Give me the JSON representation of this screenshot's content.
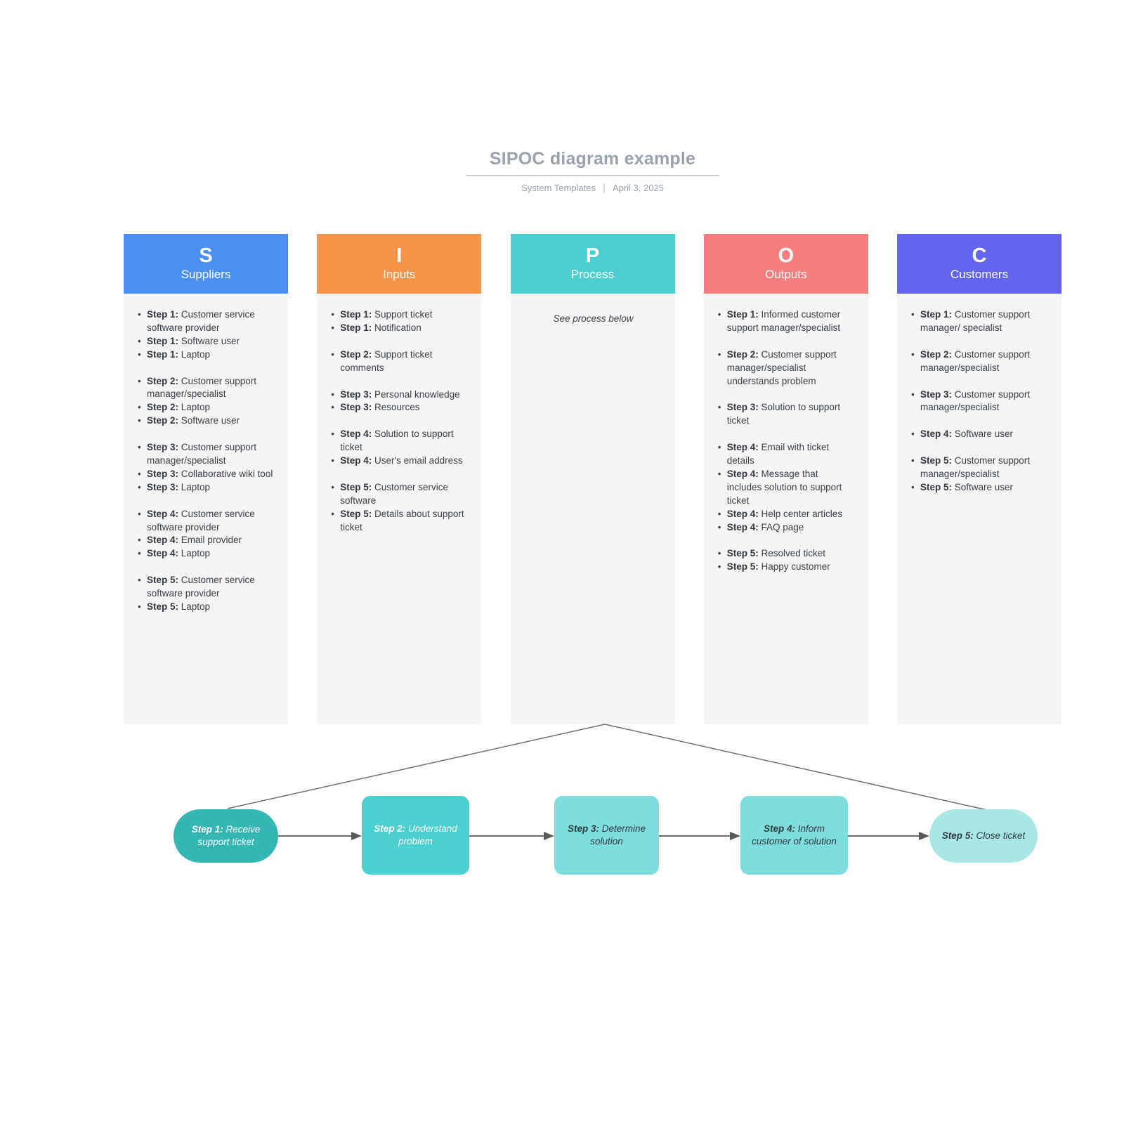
{
  "header": {
    "title": "SIPOC diagram example",
    "byline": "System Templates",
    "separator": "|",
    "date": "April 3, 2025"
  },
  "columns": [
    {
      "id": "suppliers",
      "letter": "S",
      "label": "Suppliers",
      "color": "#4a90f2",
      "groups": [
        [
          {
            "prefix": "Step 1:",
            "text": "Customer service software provider"
          },
          {
            "prefix": "Step 1:",
            "text": "Software user"
          },
          {
            "prefix": "Step 1:",
            "text": "Laptop"
          }
        ],
        [
          {
            "prefix": "Step 2:",
            "text": "Customer support manager/specialist"
          },
          {
            "prefix": "Step 2:",
            "text": "Laptop"
          },
          {
            "prefix": "Step 2:",
            "text": "Software user"
          }
        ],
        [
          {
            "prefix": "Step 3:",
            "text": "Customer support manager/specialist"
          },
          {
            "prefix": "Step 3:",
            "text": "Collaborative wiki tool"
          },
          {
            "prefix": "Step 3:",
            "text": "Laptop"
          }
        ],
        [
          {
            "prefix": "Step 4:",
            "text": "Customer service software provider"
          },
          {
            "prefix": "Step 4:",
            "text": "Email provider"
          },
          {
            "prefix": "Step 4:",
            "text": "Laptop"
          }
        ],
        [
          {
            "prefix": "Step 5:",
            "text": "Customer service software provider"
          },
          {
            "prefix": "Step 5:",
            "text": "Laptop"
          }
        ]
      ]
    },
    {
      "id": "inputs",
      "letter": "I",
      "label": "Inputs",
      "color": "#f6944a",
      "groups": [
        [
          {
            "prefix": "Step 1:",
            "text": "Support ticket"
          },
          {
            "prefix": "Step 1:",
            "text": "Notification"
          }
        ],
        [
          {
            "prefix": "Step 2:",
            "text": "Support ticket comments"
          }
        ],
        [
          {
            "prefix": "Step 3:",
            "text": "Personal knowledge"
          },
          {
            "prefix": "Step 3:",
            "text": "Resources"
          }
        ],
        [
          {
            "prefix": "Step 4:",
            "text": "Solution to support ticket"
          },
          {
            "prefix": "Step 4:",
            "text": "User's email address"
          }
        ],
        [
          {
            "prefix": "Step 5:",
            "text": "Customer service software"
          },
          {
            "prefix": "Step 5:",
            "text": "Details about support ticket"
          }
        ]
      ]
    },
    {
      "id": "process",
      "letter": "P",
      "label": "Process",
      "color": "#4dcfd0",
      "note": "See process below",
      "groups": []
    },
    {
      "id": "outputs",
      "letter": "O",
      "label": "Outputs",
      "color": "#f87d7d",
      "groups": [
        [
          {
            "prefix": "Step 1:",
            "text": "Informed customer support manager/specialist"
          }
        ],
        [
          {
            "prefix": "Step 2:",
            "text": "Customer support manager/specialist understands problem"
          }
        ],
        [
          {
            "prefix": "Step 3:",
            "text": "Solution to support ticket"
          }
        ],
        [
          {
            "prefix": "Step 4:",
            "text": "Email with ticket details"
          },
          {
            "prefix": "Step 4:",
            "text": "Message that includes solution to support ticket"
          },
          {
            "prefix": "Step 4:",
            "text": "Help center articles"
          },
          {
            "prefix": "Step 4:",
            "text": "FAQ page"
          }
        ],
        [
          {
            "prefix": "Step 5:",
            "text": "Resolved ticket"
          },
          {
            "prefix": "Step 5:",
            "text": "Happy customer"
          }
        ]
      ]
    },
    {
      "id": "customers",
      "letter": "C",
      "label": "Customers",
      "color": "#6365f1",
      "groups": [
        [
          {
            "prefix": "Step 1:",
            "text": "Customer support manager/ specialist"
          }
        ],
        [
          {
            "prefix": "Step 2:",
            "text": "Customer support manager/specialist"
          }
        ],
        [
          {
            "prefix": "Step 3:",
            "text": "Customer support manager/specialist"
          }
        ],
        [
          {
            "prefix": "Step 4:",
            "text": "Software user"
          }
        ],
        [
          {
            "prefix": "Step 5:",
            "text": "Customer support manager/specialist"
          },
          {
            "prefix": "Step 5:",
            "text": "Software user"
          }
        ]
      ]
    }
  ],
  "process_flow": {
    "steps": [
      {
        "prefix": "Step 1:",
        "text": "Receive support ticket",
        "shape": "pill",
        "bg": "#34b6b2",
        "fg": "#ffffff"
      },
      {
        "prefix": "Step 2:",
        "text": "Understand problem",
        "shape": "rect",
        "bg": "#4ccfcf",
        "fg": "#ffffff"
      },
      {
        "prefix": "Step 3:",
        "text": "Determine solution",
        "shape": "rect",
        "bg": "#7edddd",
        "fg": "#2f3b40"
      },
      {
        "prefix": "Step 4:",
        "text": "Inform customer of solution",
        "shape": "rect",
        "bg": "#7edddd",
        "fg": "#2f3b40"
      },
      {
        "prefix": "Step 5:",
        "text": "Close ticket",
        "shape": "pill",
        "bg": "#a8e7e5",
        "fg": "#2f3b40"
      }
    ],
    "connector_color": "#58595b",
    "fanline_color": "#6e6e6e"
  }
}
